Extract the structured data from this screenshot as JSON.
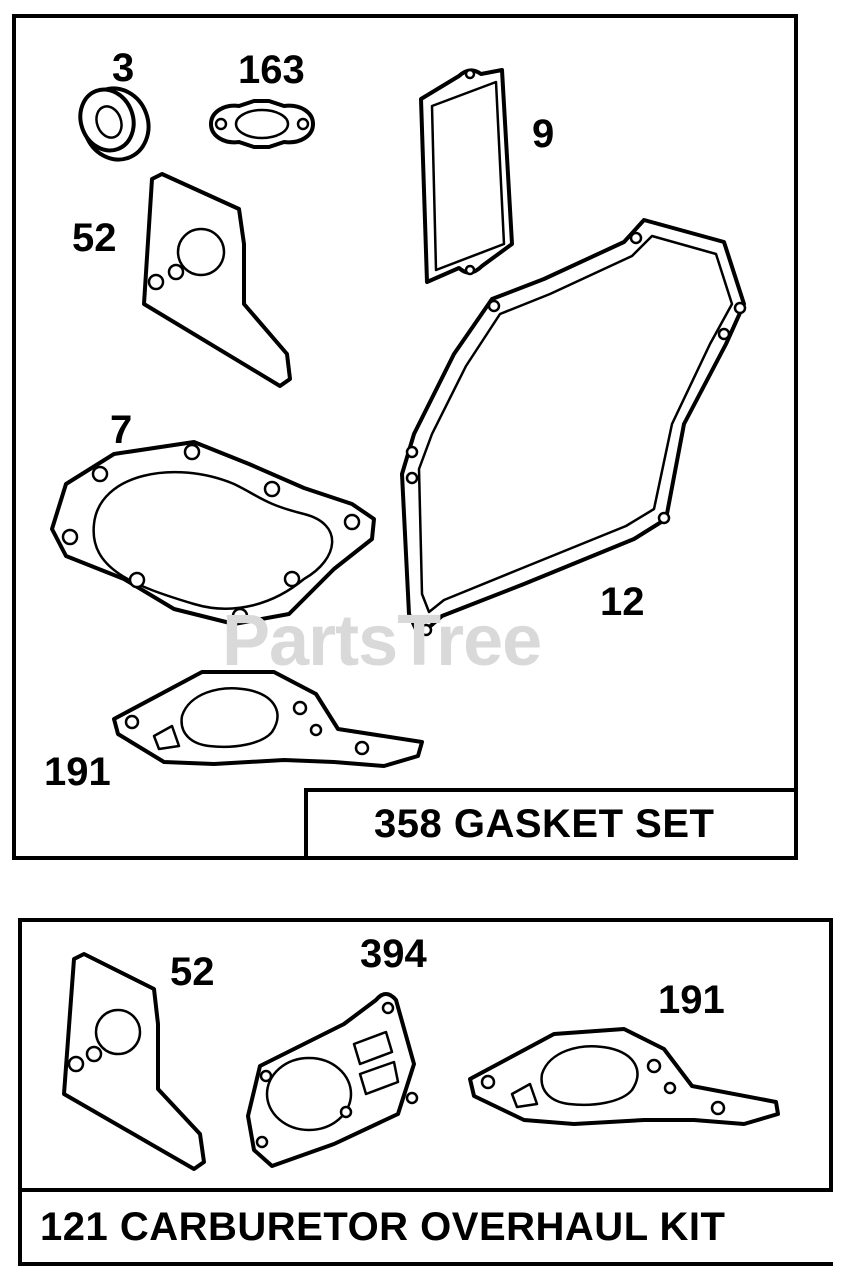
{
  "watermark": "PartsTree",
  "panels": {
    "gasket_set": {
      "title": "358 GASKET SET",
      "callouts": {
        "p3": "3",
        "p163": "163",
        "p9": "9",
        "p52": "52",
        "p7": "7",
        "p12": "12",
        "p191": "191"
      }
    },
    "carburetor_kit": {
      "title": "121 CARBURETOR OVERHAUL KIT",
      "callouts": {
        "p52": "52",
        "p394": "394",
        "p191": "191"
      }
    }
  }
}
